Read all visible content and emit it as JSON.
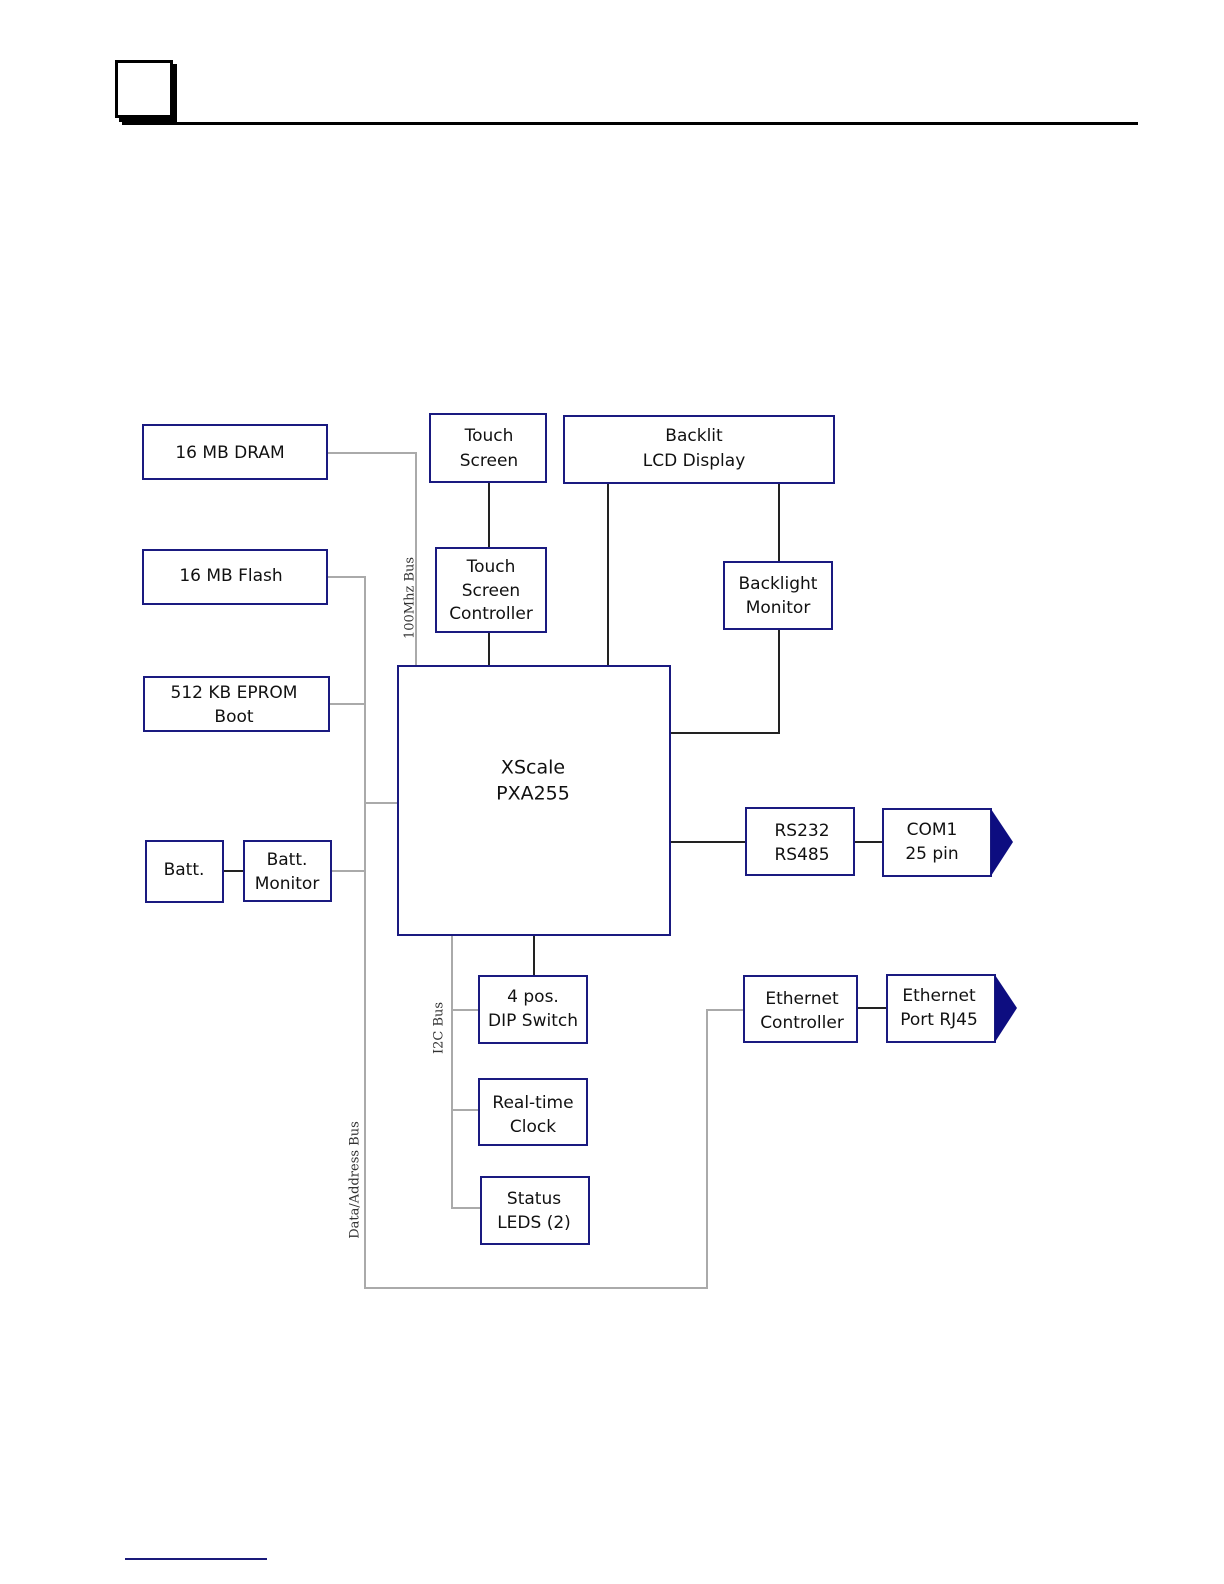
{
  "blocks": {
    "dram": [
      "16 MB DRAM"
    ],
    "flash": [
      "16 MB Flash"
    ],
    "eprom": [
      "512 KB EPROM",
      "Boot"
    ],
    "batt": [
      "Batt."
    ],
    "batt_monitor": [
      "Batt.",
      "Monitor"
    ],
    "touch_screen": [
      "Touch",
      "Screen"
    ],
    "touch_controller": [
      "Touch",
      "Screen",
      "Controller"
    ],
    "lcd": [
      "Backlit",
      "LCD Display"
    ],
    "backlight_monitor": [
      "Backlight",
      "Monitor"
    ],
    "cpu": [
      "XScale",
      "PXA255"
    ],
    "serial": [
      "RS232",
      "RS485"
    ],
    "com1": [
      "COM1",
      "25 pin"
    ],
    "dip": [
      "4 pos.",
      "DIP Switch"
    ],
    "rtc": [
      "Real-time",
      "Clock"
    ],
    "leds": [
      "Status",
      "LEDS (2)"
    ],
    "eth_ctrl": [
      "Ethernet",
      "Controller"
    ],
    "eth_port": [
      "Ethernet",
      "Port RJ45"
    ]
  },
  "buses": {
    "mem_bus": "100Mhz Bus",
    "i2c_bus": "I2C Bus",
    "data_bus": "Data/Address Bus"
  },
  "colors": {
    "box_border": "#1a1a80",
    "connector_arrow": "#0d0d80",
    "bus_line": "#aaaaaa",
    "signal_line": "#222222"
  }
}
